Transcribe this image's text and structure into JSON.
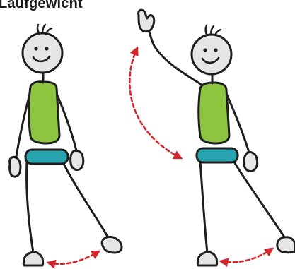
{
  "title": "Laufgewicht",
  "colors": {
    "outline": "#1e1e1e",
    "skin": "#e6e6e6",
    "torso": "#8cc63f",
    "hips": "#27a3ad",
    "arrow": "#d7262b"
  },
  "figures": [
    {
      "name": "left-figure",
      "pose": "arms-down"
    },
    {
      "name": "right-figure",
      "pose": "left-arm-raised"
    }
  ],
  "arrows": [
    {
      "name": "left-feet-arrow",
      "style": "dashed-double-headed"
    },
    {
      "name": "right-feet-arrow",
      "style": "dashed-double-headed"
    },
    {
      "name": "arm-swing-arrow",
      "style": "dashed-double-headed-curved"
    }
  ]
}
